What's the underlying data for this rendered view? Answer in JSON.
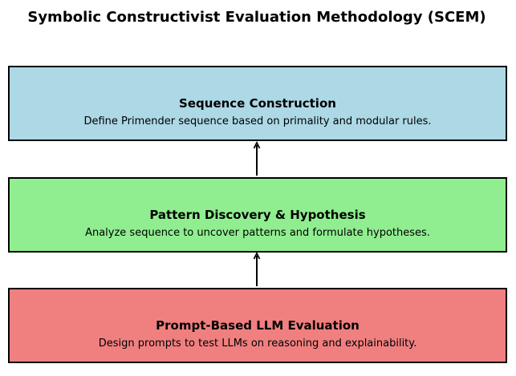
{
  "title": "Symbolic Constructivist Evaluation Methodology (SCEM)",
  "stages": [
    {
      "title": "Sequence Construction",
      "description": "Define Primender sequence based on primality and modular rules.",
      "color": "#add8e6"
    },
    {
      "title": "Pattern Discovery & Hypothesis",
      "description": "Analyze sequence to uncover patterns and formulate hypotheses.",
      "color": "#90ee90"
    },
    {
      "title": "Prompt-Based LLM Evaluation",
      "description": "Design prompts to test LLMs on reasoning and explainability.",
      "color": "#f08080"
    }
  ],
  "arrows": [
    {
      "from": "Pattern Discovery & Hypothesis",
      "to": "Sequence Construction"
    },
    {
      "from": "Prompt-Based LLM Evaluation",
      "to": "Pattern Discovery & Hypothesis"
    }
  ],
  "colors": {
    "border": "#000000",
    "arrow": "#000000"
  }
}
